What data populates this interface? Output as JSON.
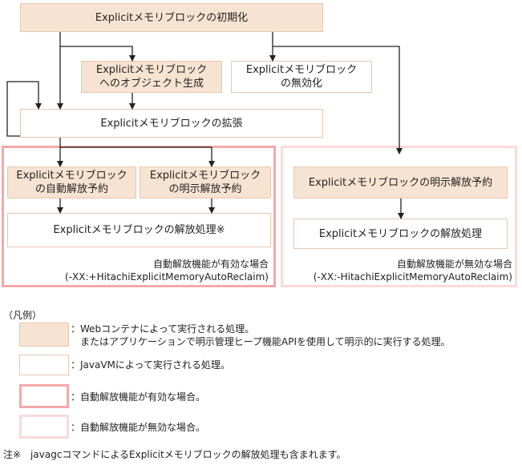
{
  "nodes": {
    "init": "Explicitメモリブロックの初期化",
    "create_object": "Explicitメモリブロック\nへのオブジェクト生成",
    "disable": "Explicitメモリブロック\nの無効化",
    "extend": "Explicitメモリブロックの拡張",
    "auto_reserve": "Explicitメモリブロック\nの自動解放予約",
    "explicit_reserve_left": "Explicitメモリブロック\nの明示解放予約",
    "release_left": "Explicitメモリブロックの解放処理※",
    "explicit_reserve_right": "Explicitメモリブロックの明示解放予約",
    "release_right": "Explicitメモリブロックの解放処理"
  },
  "conditions": {
    "enabled": "自動解放機能が有効な場合\n(-XX:+HitachiExplicitMemoryAutoReclaim)",
    "disabled": "自動解放機能が無効な場合\n(-XX:-HitachiExplicitMemoryAutoReclaim)"
  },
  "legend": {
    "title": "（凡例）",
    "filled": "：Webコンテナによって実行される処理。\n　またはアプリケーションで明示管理ヒープ機能APIを使用して明示的に実行する処理。",
    "white": "：JavaVMによって実行される処理。",
    "enabled": "：自動解放機能が有効な場合。",
    "disabled": "：自動解放機能が無効な場合。"
  },
  "note": "注※　javagcコマンドによるExplicitメモリブロックの解放処理も含まれます。",
  "colors": {
    "fill": "#f7e3d1",
    "box_border": "#e8c7b0",
    "enabled_border": "#f3a9a9",
    "disabled_border": "#fadada"
  }
}
